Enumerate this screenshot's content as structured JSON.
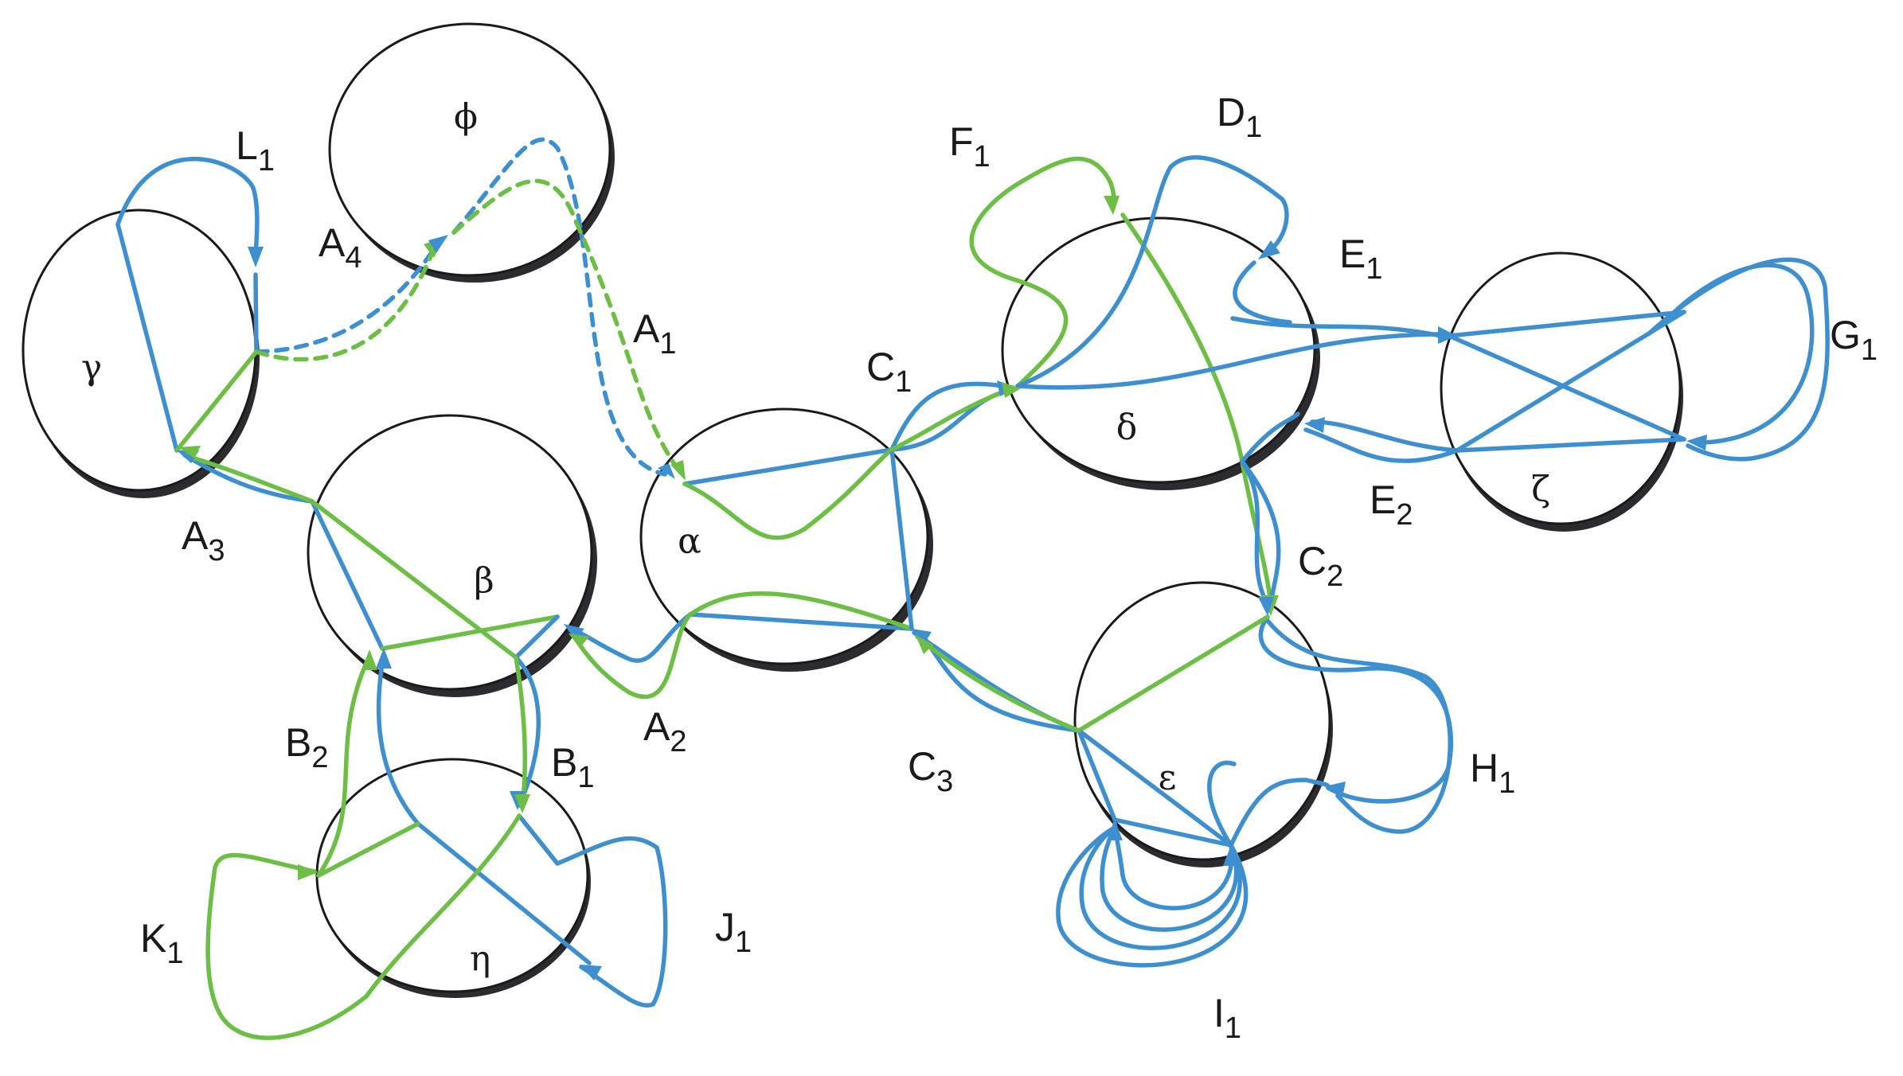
{
  "colors": {
    "blue": "#3e8fcf",
    "green": "#6cbe45",
    "outline": "#1a1a1a",
    "shadow": "#2b2b30"
  },
  "nodes": [
    {
      "id": "alpha",
      "label": "α"
    },
    {
      "id": "beta",
      "label": "β"
    },
    {
      "id": "gamma",
      "label": "γ"
    },
    {
      "id": "delta",
      "label": "δ"
    },
    {
      "id": "epsilon",
      "label": "ε"
    },
    {
      "id": "zeta",
      "label": "ζ"
    },
    {
      "id": "eta",
      "label": "η"
    },
    {
      "id": "phi",
      "label": "ϕ"
    }
  ],
  "edge_labels": [
    {
      "id": "A1",
      "main": "A",
      "sub": "1"
    },
    {
      "id": "A2",
      "main": "A",
      "sub": "2"
    },
    {
      "id": "A3",
      "main": "A",
      "sub": "3"
    },
    {
      "id": "A4",
      "main": "A",
      "sub": "4"
    },
    {
      "id": "B1",
      "main": "B",
      "sub": "1"
    },
    {
      "id": "B2",
      "main": "B",
      "sub": "2"
    },
    {
      "id": "C1",
      "main": "C",
      "sub": "1"
    },
    {
      "id": "C2",
      "main": "C",
      "sub": "2"
    },
    {
      "id": "C3",
      "main": "C",
      "sub": "3"
    },
    {
      "id": "D1",
      "main": "D",
      "sub": "1"
    },
    {
      "id": "E1",
      "main": "E",
      "sub": "1"
    },
    {
      "id": "E2",
      "main": "E",
      "sub": "2"
    },
    {
      "id": "F1",
      "main": "F",
      "sub": "1"
    },
    {
      "id": "G1",
      "main": "G",
      "sub": "1"
    },
    {
      "id": "H1",
      "main": "H",
      "sub": "1"
    },
    {
      "id": "I1",
      "main": "I",
      "sub": "1"
    },
    {
      "id": "J1",
      "main": "J",
      "sub": "1"
    },
    {
      "id": "K1",
      "main": "K",
      "sub": "1"
    },
    {
      "id": "L1",
      "main": "L",
      "sub": "1"
    }
  ]
}
